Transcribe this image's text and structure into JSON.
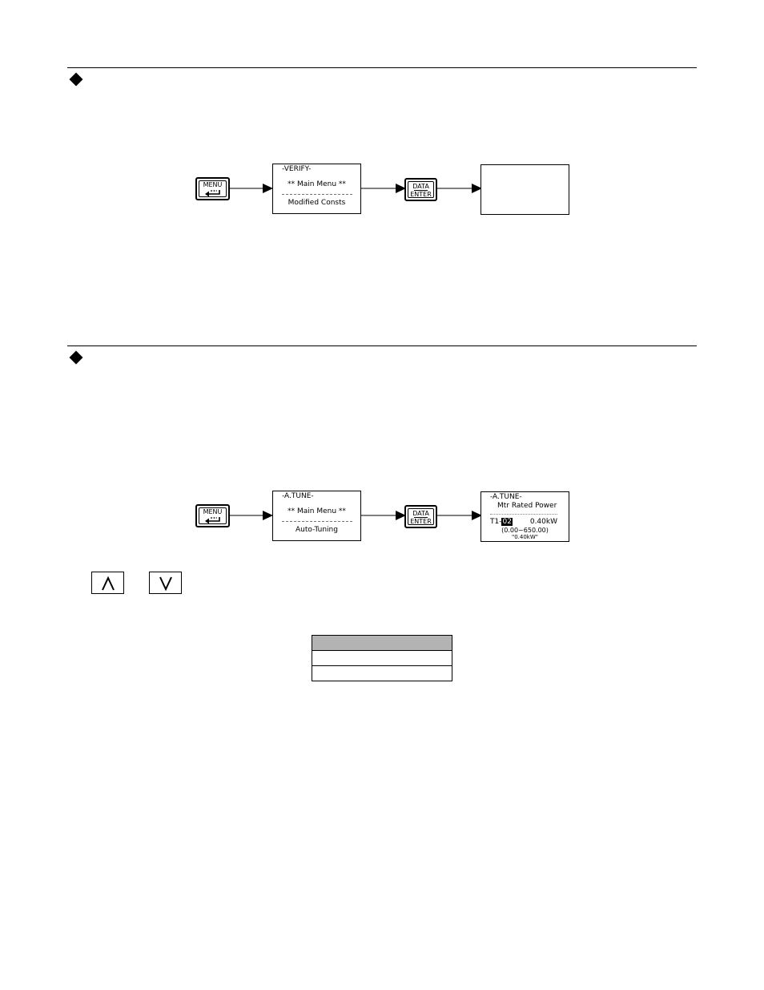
{
  "keys": {
    "menu_label": "MENU",
    "data_label": "DATA",
    "enter_label": "ENTER"
  },
  "diagram1": {
    "screen": {
      "header": "-VERIFY-",
      "title": "** Main Menu **",
      "item": "Modified Consts"
    }
  },
  "diagram2": {
    "screen1": {
      "header": "-A.TUNE-",
      "title": "** Main Menu **",
      "item": "Auto-Tuning"
    },
    "screen2": {
      "header": "-A.TUNE-",
      "title": "Mtr Rated Power",
      "param_prefix": "T1-",
      "param_number": "02",
      "param_suffix": " ",
      "value": "0.40kW",
      "range": "(0.00~650.00)",
      "default": "\"0.40kW\""
    }
  },
  "arrow_keys": {
    "up_icon": "up-arrow-icon",
    "down_icon": "down-arrow-icon"
  },
  "table": {
    "rows": [
      "",
      "",
      ""
    ]
  },
  "colors": {
    "table_header": "#b3b3b3"
  }
}
